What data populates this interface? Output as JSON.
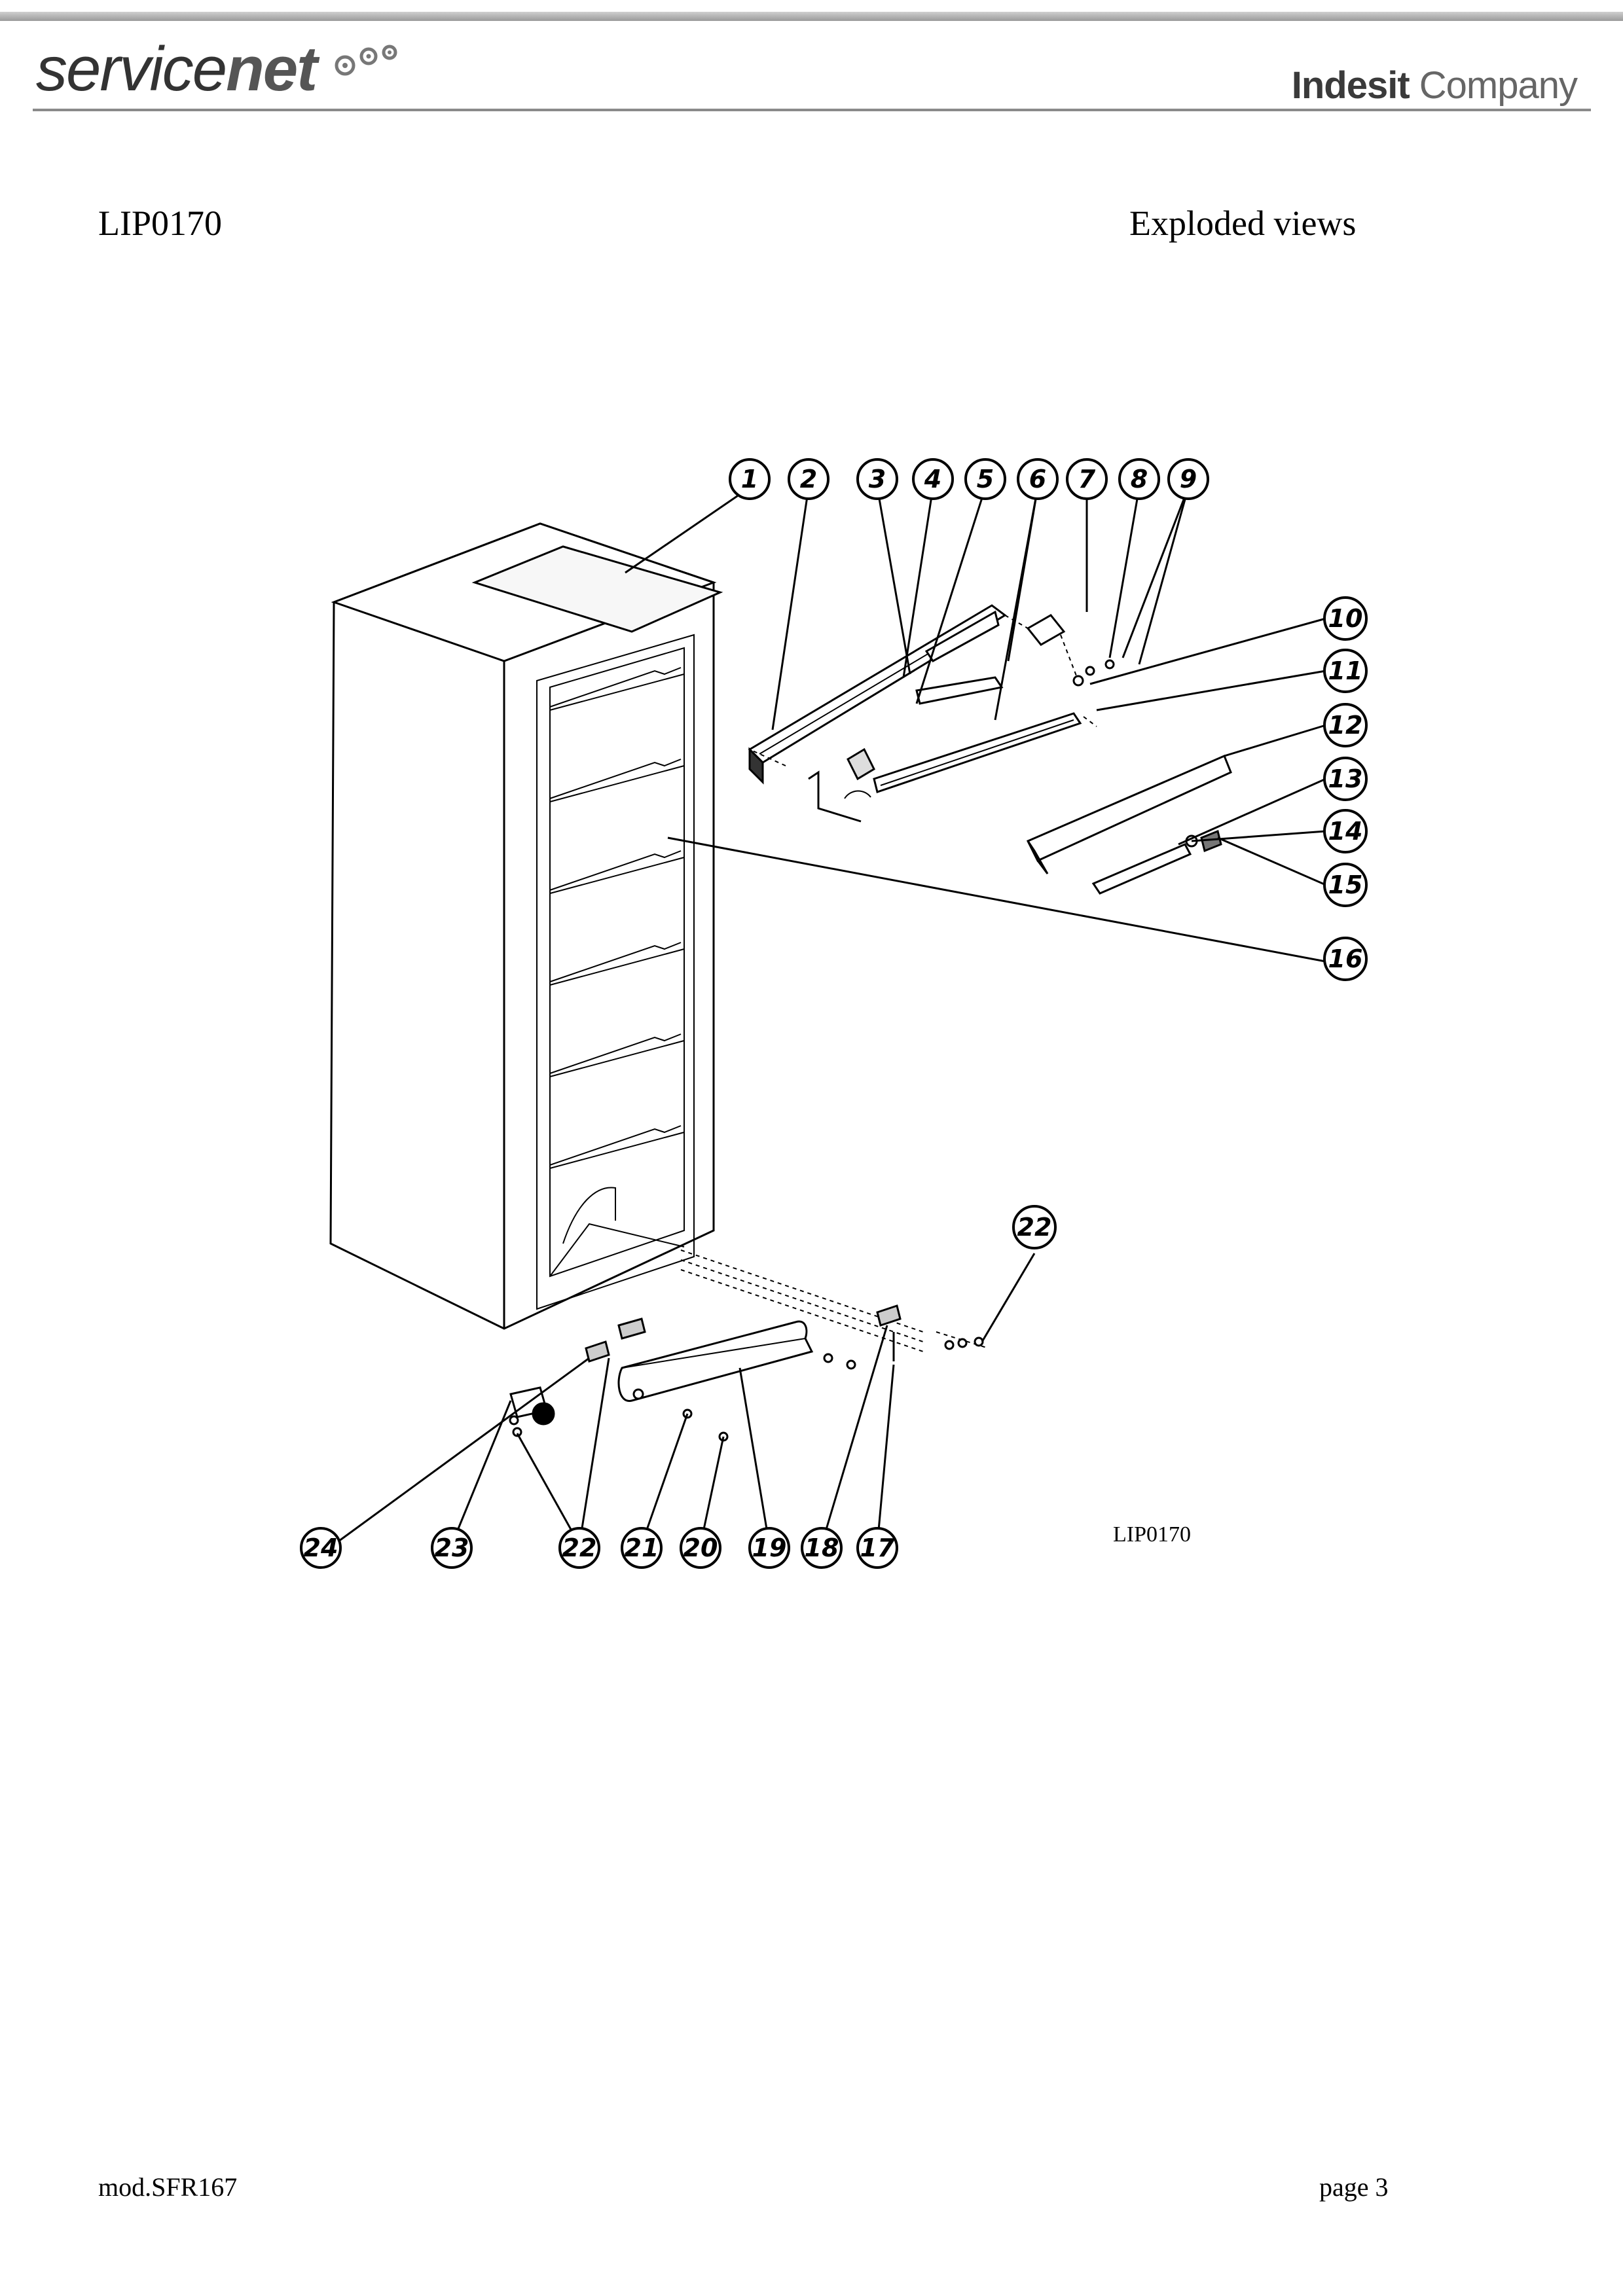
{
  "header": {
    "brand_left_1": "service",
    "brand_left_2": "net",
    "brand_right_1": "Indesit",
    "brand_right_2": " Company"
  },
  "doc": {
    "code": "LIP0170",
    "title": "Exploded views"
  },
  "diagram": {
    "label": "LIP0170",
    "callouts": [
      "1",
      "2",
      "3",
      "4",
      "5",
      "6",
      "7",
      "8",
      "9",
      "10",
      "11",
      "12",
      "13",
      "14",
      "15",
      "16",
      "22",
      "24",
      "23",
      "22",
      "21",
      "20",
      "19",
      "18",
      "17"
    ]
  },
  "footer": {
    "model": "mod.SFR167",
    "page": "page 3"
  }
}
